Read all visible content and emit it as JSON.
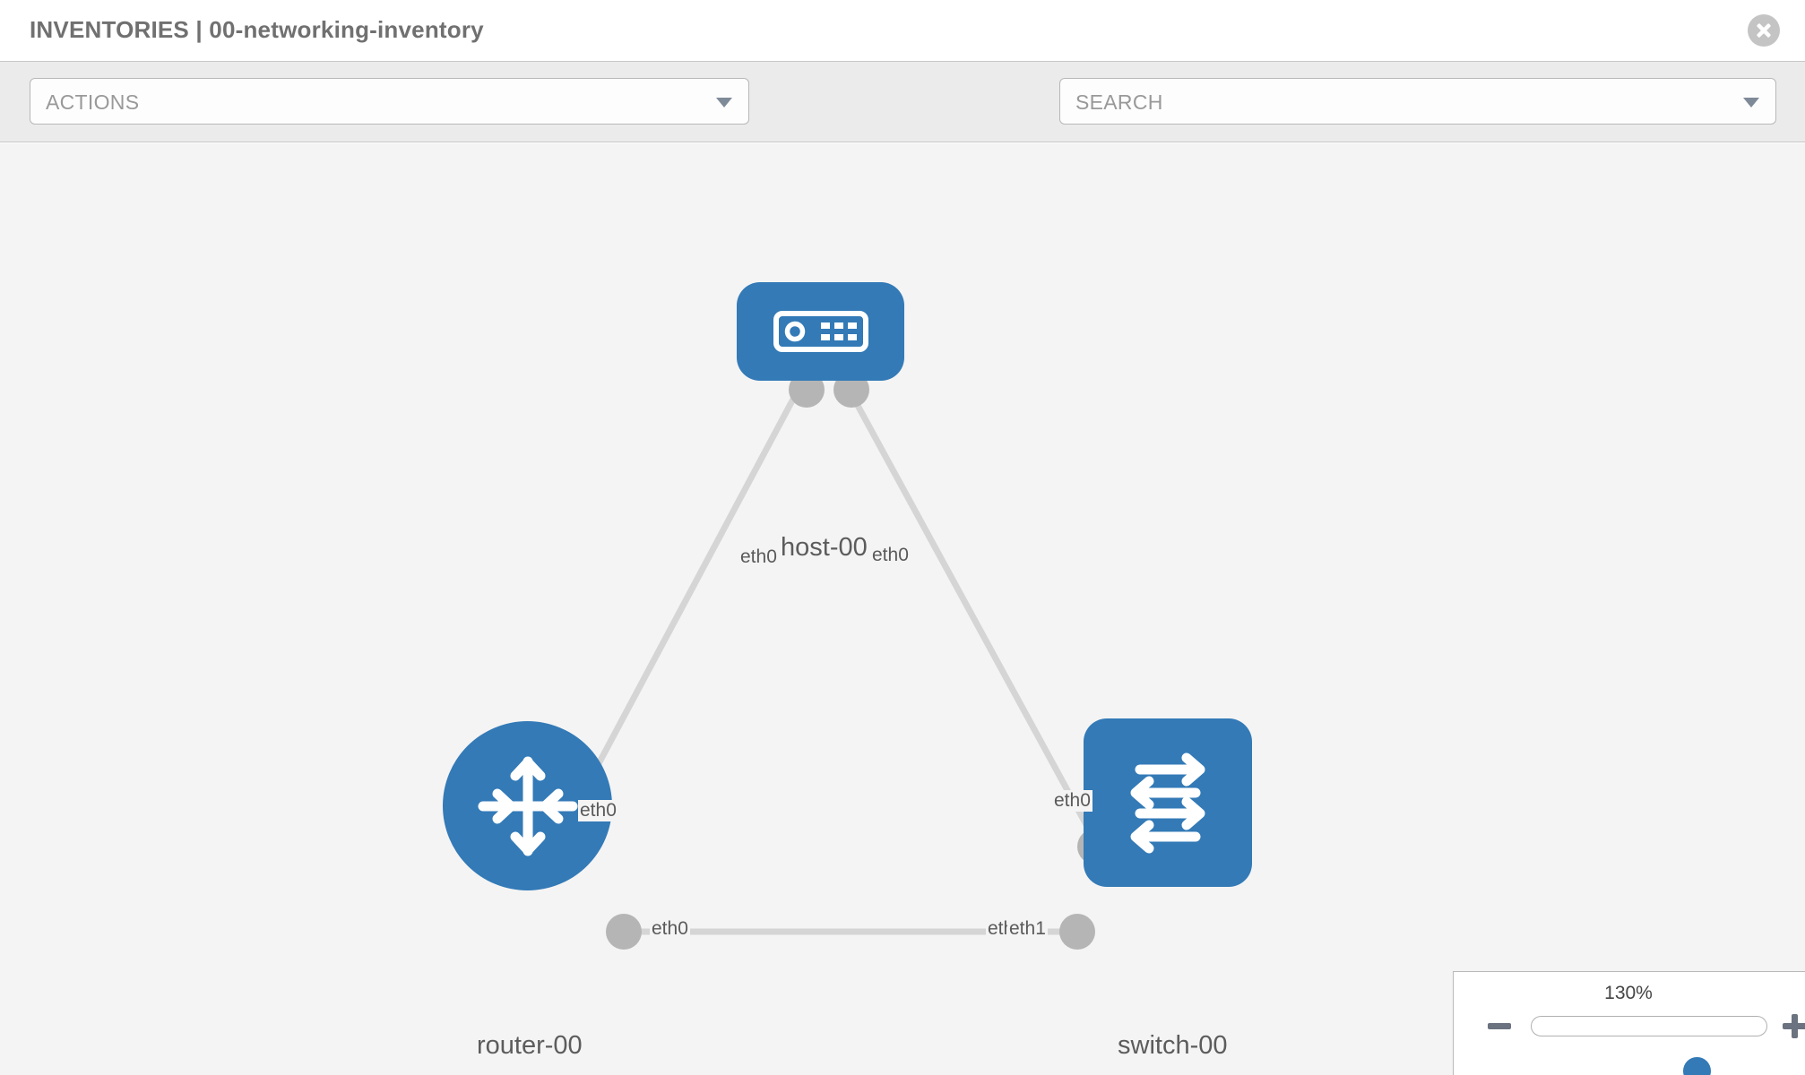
{
  "header": {
    "title": "INVENTORIES | 00-networking-inventory",
    "close_icon": "close-circle-icon"
  },
  "toolbar": {
    "actions_label": "ACTIONS",
    "actions_caret": "chevron-down-icon",
    "wrench_icon": "wrench-icon",
    "key_icon": "key-icon",
    "search_placeholder": "SEARCH",
    "search_caret": "chevron-down-icon"
  },
  "topology": {
    "nodes": [
      {
        "id": "host-00",
        "label": "host-00",
        "icon": "server-icon",
        "color": "#337ab7",
        "shape": "rounded-rect"
      },
      {
        "id": "router-00",
        "label": "router-00",
        "icon": "router-arrows-icon",
        "color": "#337ab7",
        "shape": "circle"
      },
      {
        "id": "switch-00",
        "label": "switch-00",
        "icon": "switch-arrows-icon",
        "color": "#337ab7",
        "shape": "rounded-rect"
      }
    ],
    "interface_labels": {
      "host_left": "eth0",
      "host_right": "eth0",
      "router_to_host": "eth0",
      "switch_to_host": "eth0",
      "router_to_switch": "eth0",
      "switch_to_router_a": "eth0",
      "switch_to_router_b": "eth1"
    },
    "links": [
      {
        "from": "host-00",
        "from_iface": "eth0",
        "to": "router-00",
        "to_iface": "eth0"
      },
      {
        "from": "host-00",
        "from_iface": "eth0",
        "to": "switch-00",
        "to_iface": "eth0"
      },
      {
        "from": "router-00",
        "from_iface": "eth0",
        "to": "switch-00",
        "to_iface": "eth1"
      }
    ]
  },
  "zoom_control": {
    "value": "130%",
    "minus_icon": "minus-icon",
    "plus_icon": "plus-icon",
    "slider_name": "zoom-slider"
  },
  "colors": {
    "node_blue": "#337ab7",
    "canvas_bg": "#f4f4f4",
    "toolbar_bg": "#ebebeb",
    "edge_gray": "#d5d5d5",
    "nub_gray": "#b5b5b5"
  }
}
